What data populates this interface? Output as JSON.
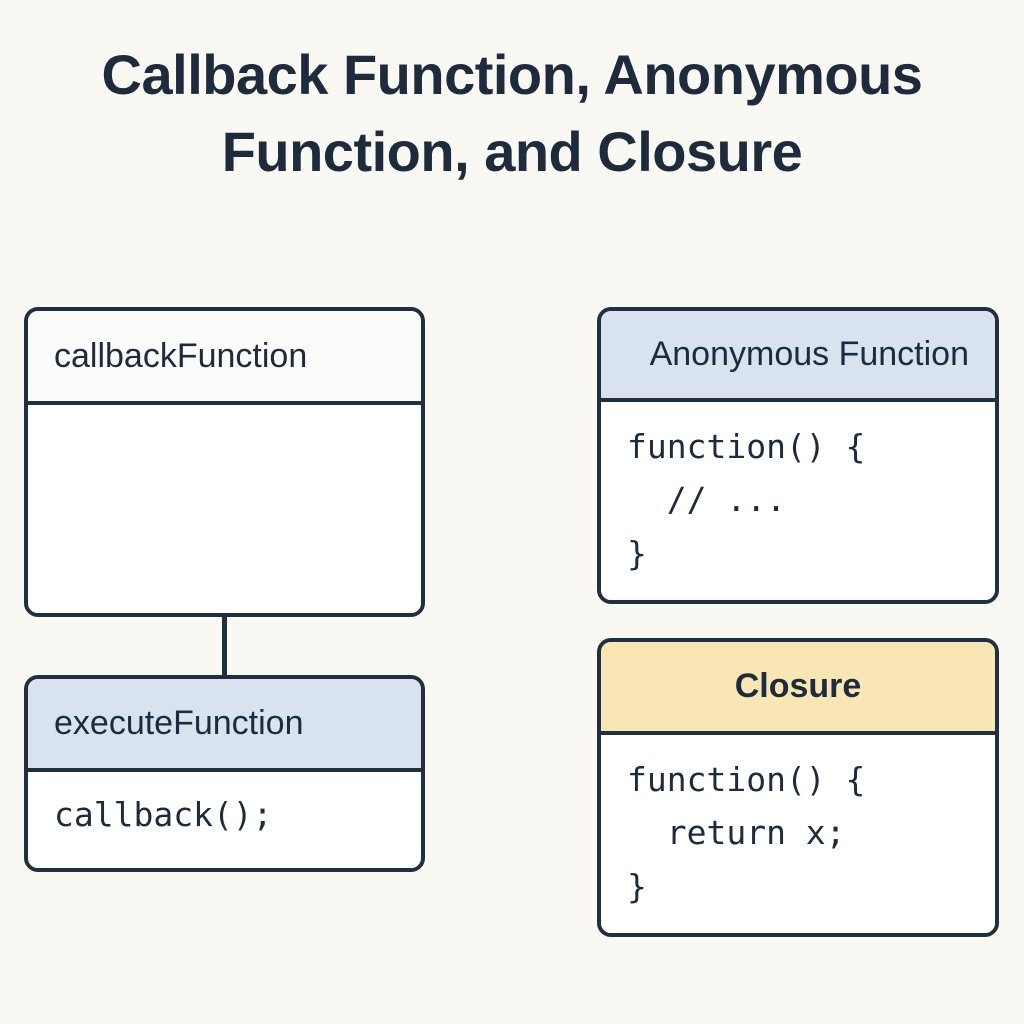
{
  "page": {
    "title": "Callback Function, Anonymous Function, and Closure",
    "background_color": "#faf8f3",
    "ink_color": "#1d2b3c",
    "border_color": "#20303f"
  },
  "cards": {
    "callback_function": {
      "header": "callbackFunction",
      "header_color": "#fbfbfa",
      "body": ""
    },
    "execute_function": {
      "header": "executeFunction",
      "header_color": "#d8e3ef",
      "body": "callback();"
    },
    "anonymous_function": {
      "header": "Anonymous Function",
      "header_color": "#d8e3ef",
      "body": "function() {\n  // ...\n}"
    },
    "closure": {
      "header": "Closure",
      "header_color": "#f8e7b5",
      "body": "function() {\n  return x;\n}"
    }
  },
  "connectors": {
    "callback_to_execute": "vertical-line",
    "invocation_arrow": "curved-arrow-down"
  }
}
